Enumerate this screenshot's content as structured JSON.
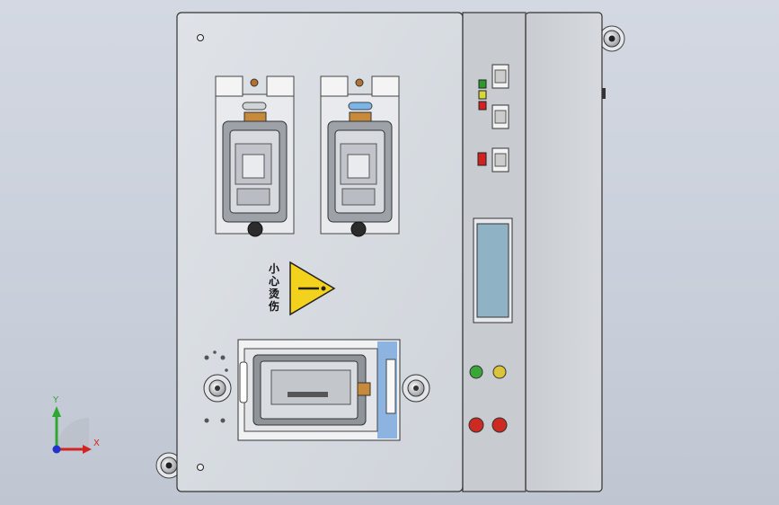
{
  "warning_sign": {
    "chars": [
      "小",
      "心",
      "烫",
      "伤"
    ],
    "triangle_color": "#f2d21c"
  },
  "control_panel": {
    "indicator_colors": [
      "#2a9a2a",
      "#d7d73c",
      "#d12222"
    ],
    "buttons": [
      {
        "name": "green-start-button",
        "color": "#3aa63a"
      },
      {
        "name": "yellow-button",
        "color": "#d9c43a"
      },
      {
        "name": "red-stop-button",
        "color": "#cc2a22"
      },
      {
        "name": "red-emergency-button",
        "color": "#cc2a22"
      }
    ],
    "screen_color": "#8fb3c4"
  },
  "axes": {
    "x_label": "X",
    "y_label": "Y",
    "x_color": "#d42222",
    "y_color": "#2ea82e",
    "z_color": "#2233cc"
  }
}
